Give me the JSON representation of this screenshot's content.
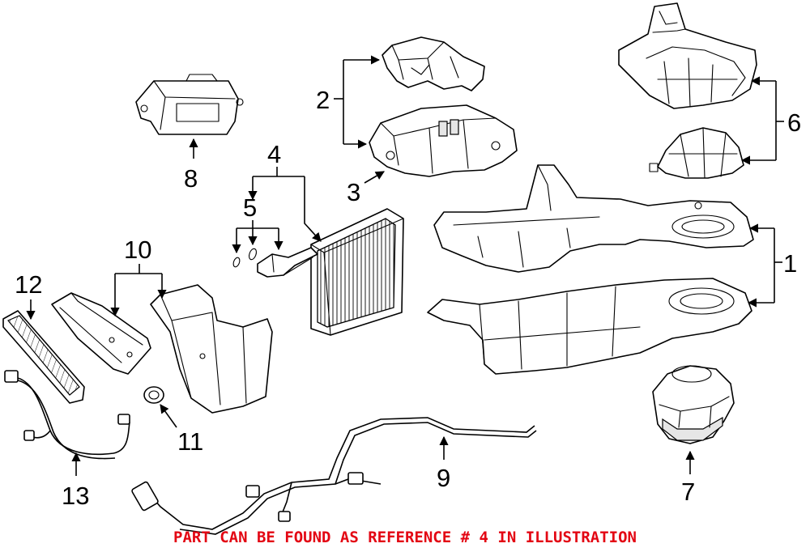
{
  "callouts": {
    "c1": "1",
    "c2": "2",
    "c3": "3",
    "c4": "4",
    "c5": "5",
    "c6": "6",
    "c7": "7",
    "c8": "8",
    "c9": "9",
    "c10": "10",
    "c11": "11",
    "c12": "12",
    "c13": "13"
  },
  "footer": {
    "text": "PART CAN BE FOUND AS REFERENCE # 4 IN ILLUSTRATION",
    "color": "#e30613"
  }
}
